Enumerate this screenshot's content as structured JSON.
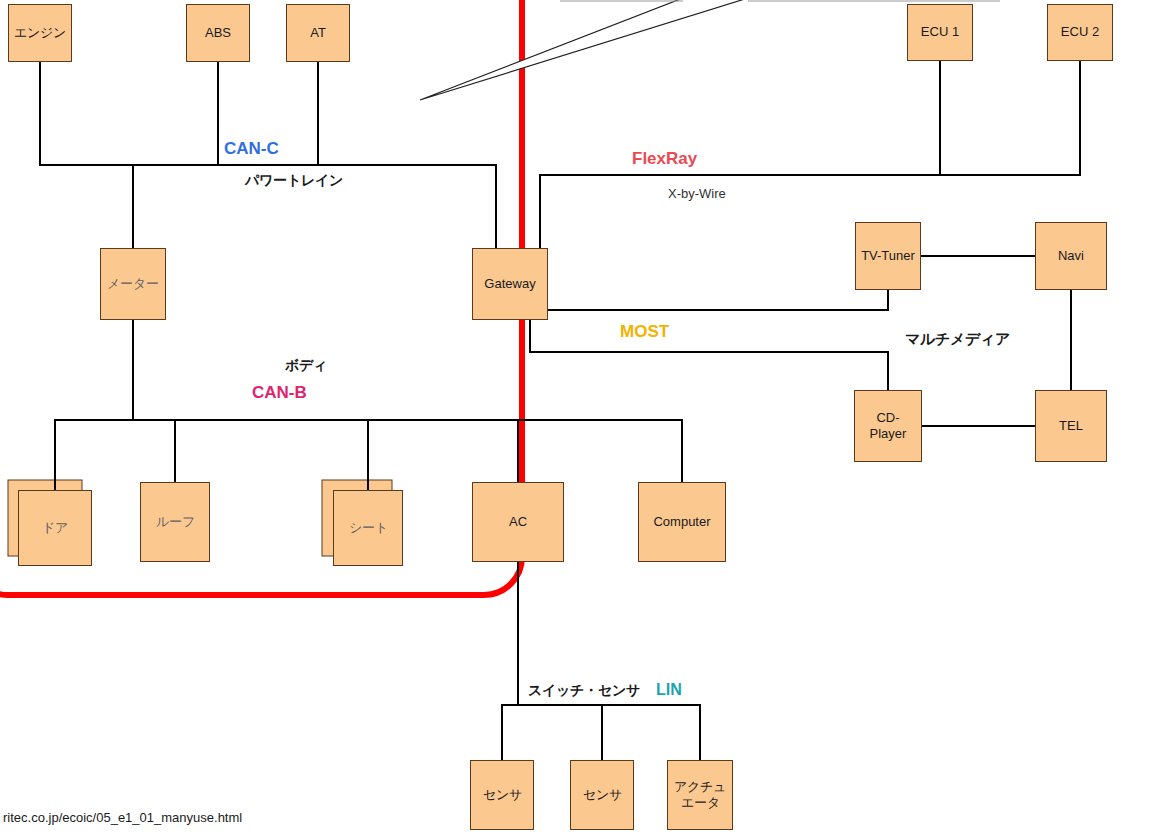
{
  "diagram": {
    "nodes": [
      {
        "text": [
          "エンジン"
        ]
      },
      {
        "text": [
          "ABS"
        ]
      },
      {
        "text": [
          "AT"
        ]
      },
      {
        "text": [
          "ECU 1"
        ]
      },
      {
        "text": [
          "ECU 2"
        ]
      },
      {
        "text": [
          "TV-Tuner"
        ]
      },
      {
        "text": [
          "Navi"
        ]
      },
      {
        "text": [
          "メーター"
        ]
      },
      {
        "text": [
          "Gateway"
        ]
      },
      {
        "text": [
          "CD-Player"
        ]
      },
      {
        "text": [
          "TEL"
        ]
      },
      {
        "text": [
          "ドア"
        ]
      },
      {
        "text": [
          "ルーフ"
        ]
      },
      {
        "text": [
          "シート"
        ]
      },
      {
        "text": [
          "AC"
        ]
      },
      {
        "text": [
          "Computer"
        ]
      },
      {
        "text": [
          "センサ"
        ]
      },
      {
        "text": [
          "センサ"
        ]
      },
      {
        "text": [
          "アクチュエータ"
        ]
      }
    ],
    "edges": [
      {
        "from": 0,
        "to": 8,
        "arrow": "none"
      },
      {
        "from": 1,
        "to": 8,
        "arrow": "none"
      },
      {
        "from": 2,
        "to": 8,
        "arrow": "none"
      },
      {
        "from": 7,
        "to": 8,
        "arrow": "none"
      },
      {
        "from": 3,
        "to": 8,
        "arrow": "none"
      },
      {
        "from": 4,
        "to": 8,
        "arrow": "none"
      },
      {
        "from": 8,
        "to": 5,
        "arrow": "none"
      },
      {
        "from": 8,
        "to": 9,
        "arrow": "none"
      },
      {
        "from": 5,
        "to": 6,
        "arrow": "none"
      },
      {
        "from": 6,
        "to": 10,
        "arrow": "none"
      },
      {
        "from": 9,
        "to": 10,
        "arrow": "none"
      },
      {
        "from": 7,
        "to": 11,
        "arrow": "none"
      },
      {
        "from": 7,
        "to": 12,
        "arrow": "none"
      },
      {
        "from": 7,
        "to": 13,
        "arrow": "none"
      },
      {
        "from": 7,
        "to": 14,
        "arrow": "none"
      },
      {
        "from": 7,
        "to": 15,
        "arrow": "none"
      },
      {
        "from": 14,
        "to": 16,
        "arrow": "none"
      },
      {
        "from": 14,
        "to": 17,
        "arrow": "none"
      },
      {
        "from": 14,
        "to": 18,
        "arrow": "none"
      }
    ],
    "labels": [
      "CAN-C",
      "パワートレイン",
      "FlexRay",
      "X-by-Wire",
      "MOST",
      "マルチメディア",
      "ボディ",
      "CAN-B",
      "スイッチ・センサ",
      "LIN",
      "ritec.co.jp/ecoic/05_e1_01_manyuse.html"
    ]
  }
}
